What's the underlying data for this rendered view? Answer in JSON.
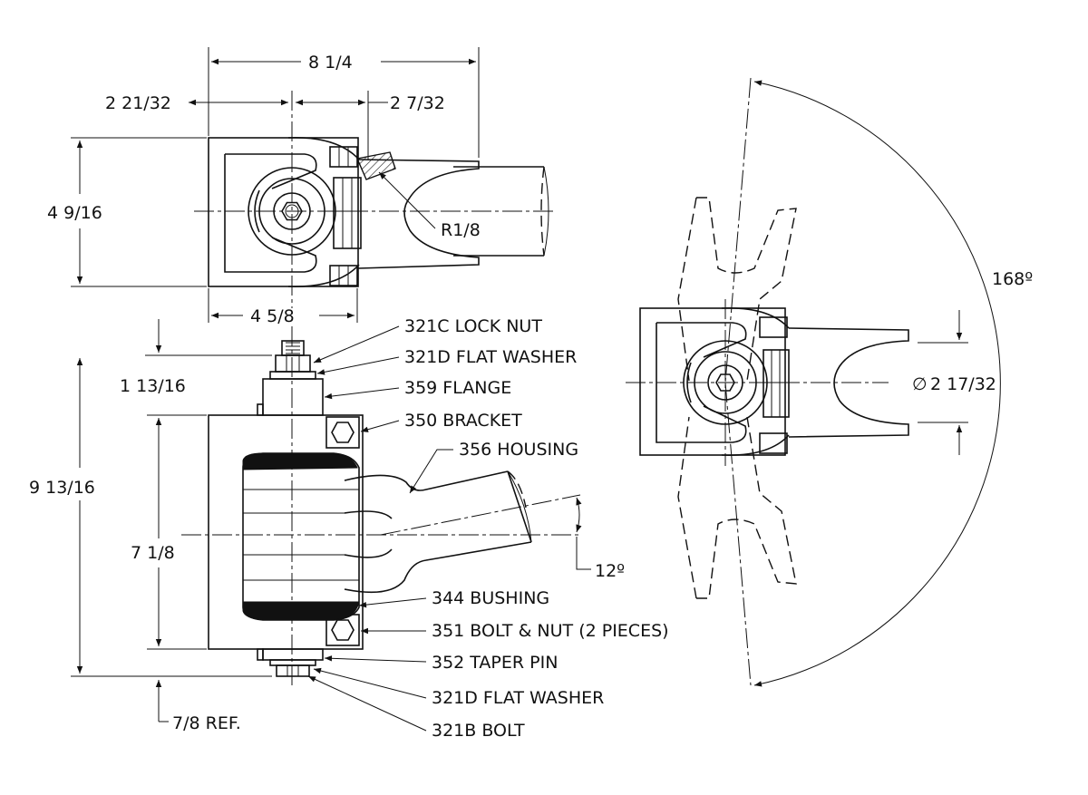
{
  "dimensions": {
    "overall_width": "8 1/4",
    "left_offset": "2 21/32",
    "right_offset": "2 7/32",
    "top_height": "4 9/16",
    "fillet_radius": "R1/8",
    "bottom_width": "4 5/8",
    "top_extension": "1 13/16",
    "overall_height": "9 13/16",
    "bracket_height": "7 1/8",
    "tilt_angle": "12º",
    "bottom_ref": "7/8 REF.",
    "swing_angle": "168º",
    "tube_diameter": "2 17/32"
  },
  "parts": [
    {
      "label": "321C LOCK NUT"
    },
    {
      "label": "321D FLAT WASHER"
    },
    {
      "label": "359 FLANGE"
    },
    {
      "label": "350 BRACKET"
    },
    {
      "label": "356 HOUSING"
    },
    {
      "label": "344 BUSHING"
    },
    {
      "label": "351 BOLT & NUT (2 PIECES)"
    },
    {
      "label": "352 TAPER PIN"
    },
    {
      "label": "321D FLAT WASHER"
    },
    {
      "label": "321B BOLT"
    }
  ],
  "symbols": {
    "diameter": "∅"
  }
}
